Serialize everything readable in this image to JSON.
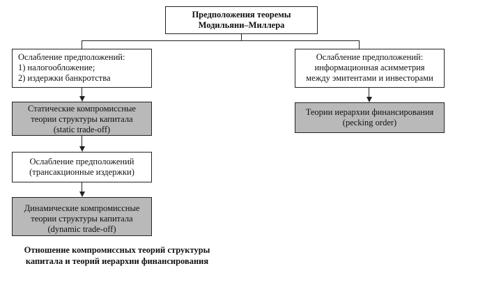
{
  "diagram": {
    "top": {
      "lines": [
        "Предположения теоремы",
        "Модильяни–Миллера"
      ]
    },
    "left_branch": {
      "relax1": {
        "lines": [
          "Ослабление предположений:",
          "1)  налогообложение;",
          "2)  издержки банкротства"
        ]
      },
      "static": {
        "lines": [
          "Статические компромиссные",
          "теории структуры капитала",
          "(static trade-off)"
        ]
      },
      "relax2": {
        "lines": [
          "Ослабление предположений",
          "(трансакционные издержки)"
        ]
      },
      "dynamic": {
        "lines": [
          "Динамические компромиссные",
          "теории структуры капитала",
          "(dynamic trade-off)"
        ]
      }
    },
    "right_branch": {
      "relax": {
        "lines": [
          "Ослабление предположений:",
          "информационная асимметрия",
          "между эмитентами и инвесторами"
        ]
      },
      "pecking": {
        "lines": [
          "Теории иерархии финансирования",
          "(pecking order)"
        ]
      }
    },
    "caption": {
      "lines": [
        "Отношение компромиссных теорий структуры",
        "капитала и теорий иерархии финансирования"
      ]
    },
    "colors": {
      "line": "#222222",
      "shaded_box": "#b9b9b9"
    }
  }
}
